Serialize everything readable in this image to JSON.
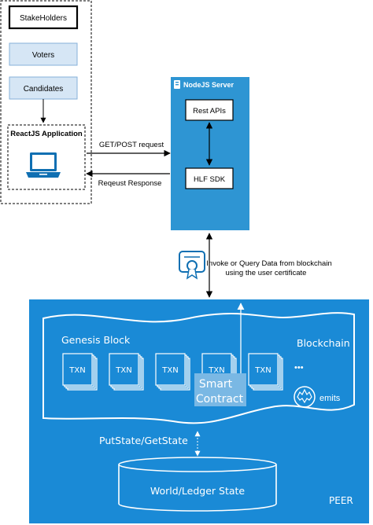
{
  "stakeholders": {
    "title": "StakeHolders",
    "voters": "Voters",
    "candidates": "Candidates"
  },
  "react_app": {
    "title": "ReactJS Application",
    "icon": "laptop-icon"
  },
  "node_server": {
    "title": "NodeJS Server",
    "rest_apis": "Rest APIs",
    "hlf_sdk": "HLF SDK"
  },
  "requests": {
    "get_post": "GET/POST request",
    "response": "Reqeust Response"
  },
  "invoke": {
    "line1": "Invoke or Query Data from blockchain",
    "line2": "using the user certificate",
    "icon": "certificate-icon"
  },
  "peer": {
    "label": "PEER",
    "genesis_block": "Genesis Block",
    "blockchain": "Blockchain",
    "txn_label": "TXN",
    "txn_count": 5,
    "more": "•••",
    "emits": "emits",
    "smart_contract_line1": "Smart",
    "smart_contract_line2": "Contract",
    "putstate": "PutState/GetState",
    "world_state": "World/Ledger State"
  },
  "colors": {
    "peer_blue": "#1a8ad6",
    "server_blue": "#2e95d3",
    "light_box": "#d6e6f5",
    "light_box_border": "#86b0d9",
    "smart_contract_bg": "#7ab8e4"
  }
}
